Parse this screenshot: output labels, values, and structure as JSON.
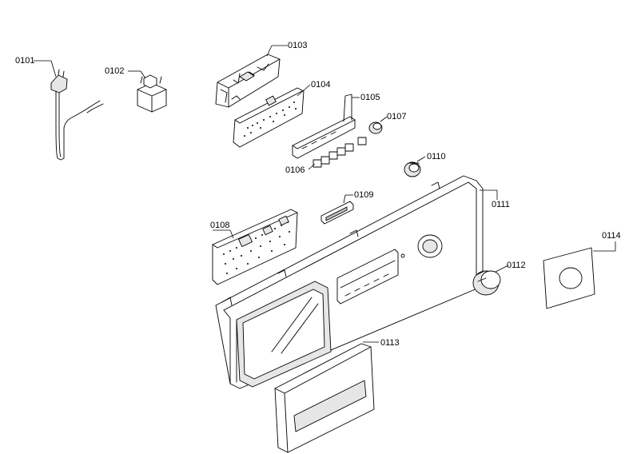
{
  "parts": [
    {
      "id": "p0101",
      "label": "0101"
    },
    {
      "id": "p0102",
      "label": "0102"
    },
    {
      "id": "p0103",
      "label": "0103"
    },
    {
      "id": "p0104",
      "label": "0104"
    },
    {
      "id": "p0105",
      "label": "0105"
    },
    {
      "id": "p0106",
      "label": "0106"
    },
    {
      "id": "p0107",
      "label": "0107"
    },
    {
      "id": "p0108",
      "label": "0108"
    },
    {
      "id": "p0109",
      "label": "0109"
    },
    {
      "id": "p0110",
      "label": "0110"
    },
    {
      "id": "p0111",
      "label": "0111"
    },
    {
      "id": "p0112",
      "label": "0112"
    },
    {
      "id": "p0113",
      "label": "0113"
    },
    {
      "id": "p0114",
      "label": "0114"
    }
  ]
}
